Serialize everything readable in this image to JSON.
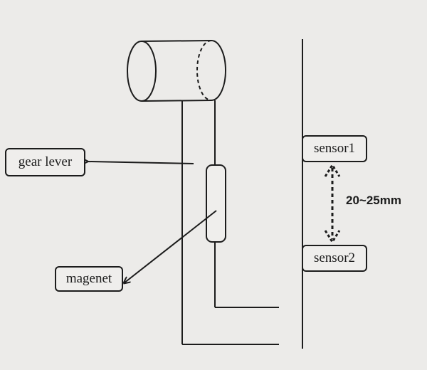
{
  "labels": {
    "gear_lever": "gear lever",
    "magnet": "magenet",
    "sensor1": "sensor1",
    "sensor2": "sensor2"
  },
  "distance": "20~25mm",
  "colors": {
    "background": "#ecebe9",
    "ink": "#1c1c1c"
  }
}
